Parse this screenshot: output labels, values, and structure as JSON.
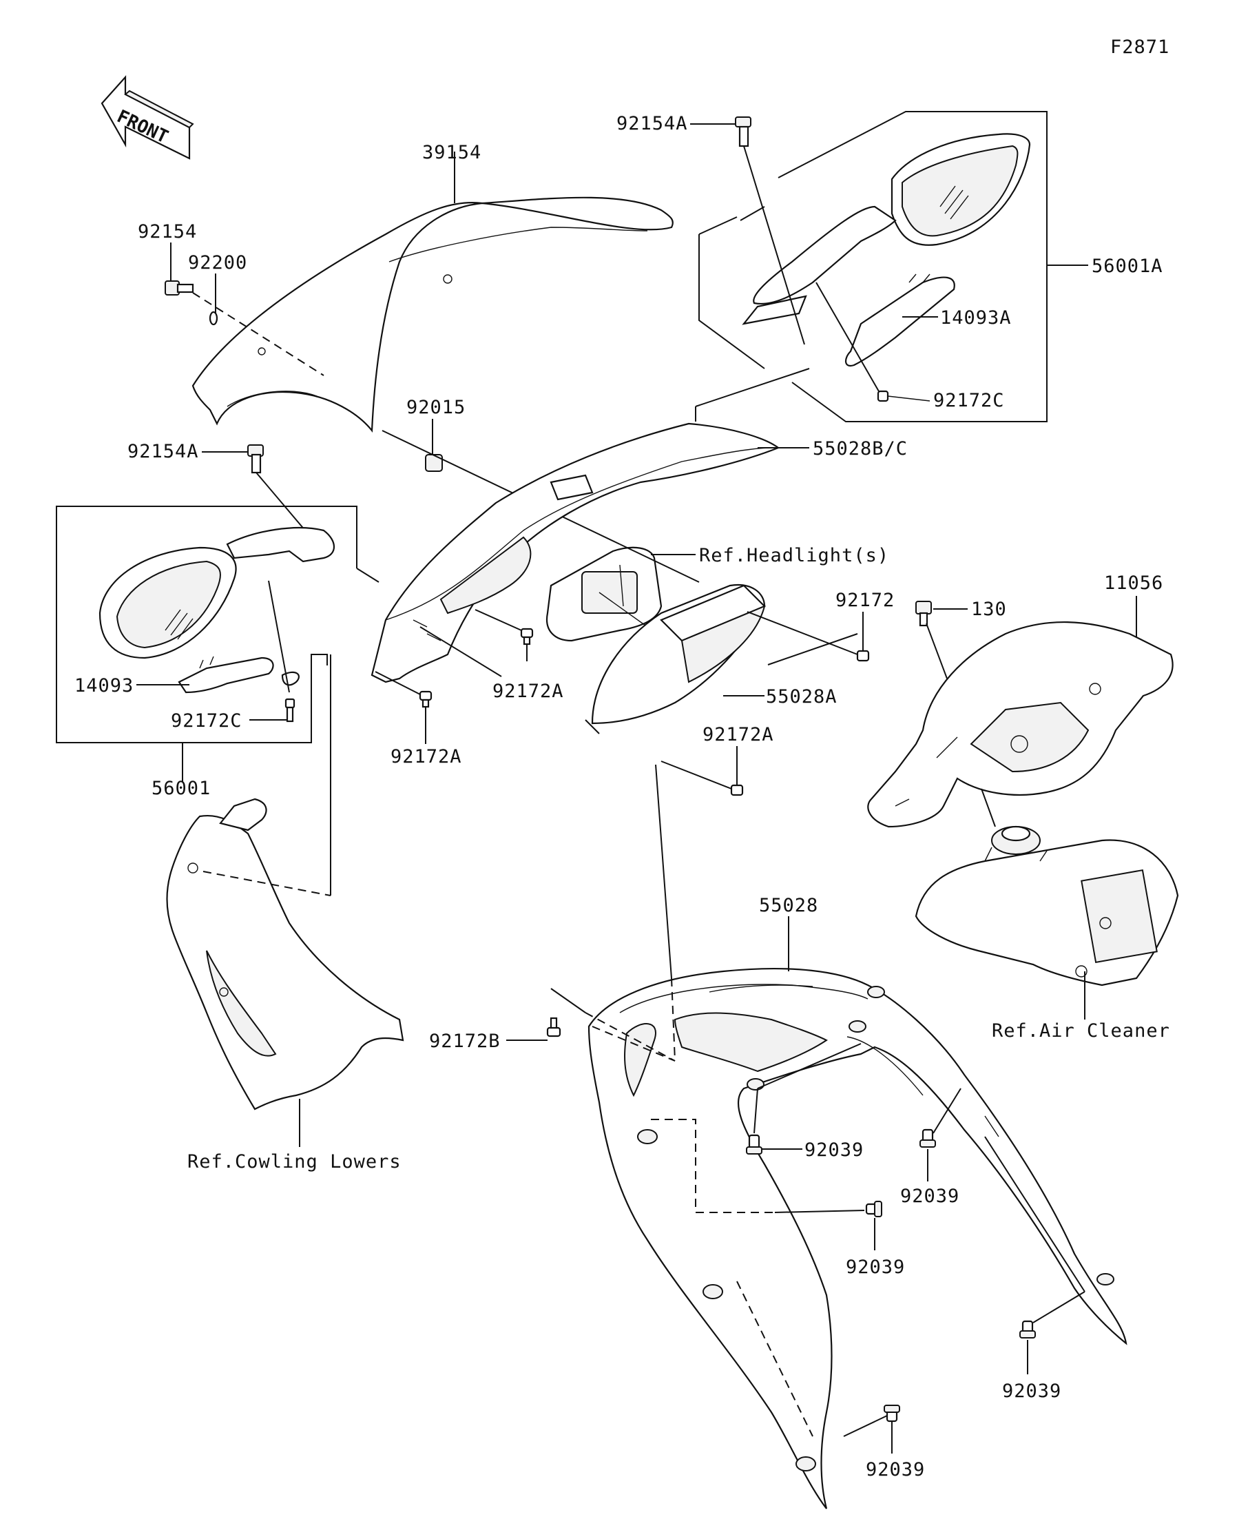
{
  "figure_code": "F2871",
  "front_arrow_label": "FRONT",
  "parts": {
    "p39154": "39154",
    "p92154": "92154",
    "p92200": "92200",
    "p92154A_top": "92154A",
    "p92154A_left": "92154A",
    "p56001A": "56001A",
    "p14093A": "14093A",
    "p92172C_top": "92172C",
    "p92015": "92015",
    "p55028BC": "55028B/C",
    "p14093": "14093",
    "p92172C_left": "92172C",
    "p56001": "56001",
    "p92172A_1": "92172A",
    "p92172A_2": "92172A",
    "p92172A_3": "92172A",
    "p92172": "92172",
    "p55028A": "55028A",
    "p130": "130",
    "p11056": "11056",
    "p55028": "55028",
    "p92172B": "92172B",
    "p92039_1": "92039",
    "p92039_2": "92039",
    "p92039_3": "92039",
    "p92039_4": "92039",
    "p92039_5": "92039"
  },
  "references": {
    "headlights": "Ref.Headlight(s)",
    "air_cleaner": "Ref.Air Cleaner",
    "cowling_lowers": "Ref.Cowling Lowers"
  }
}
